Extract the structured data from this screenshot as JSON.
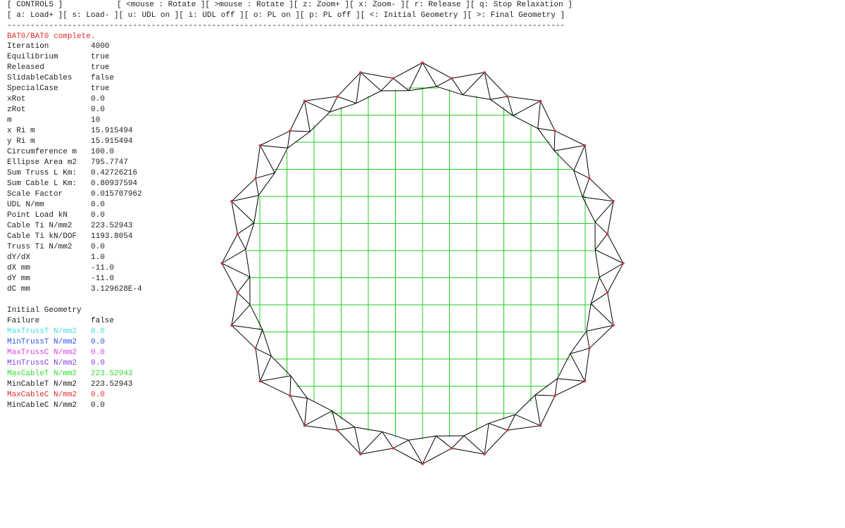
{
  "controls": {
    "title": "[ CONTROLS ]",
    "row1": [
      "[ <mouse : Rotate ]",
      "[ >mouse : Rotate ]",
      "[ z: Zoom+ ]",
      "[ x: Zoom- ]",
      "[ r: Release ]",
      "[ q: Stop Relaxation ]"
    ],
    "row2": [
      "[ a: Load+ ]",
      "[ s: Load- ]",
      "[ u: UDL on ]",
      "[ i: UDL off ]",
      "[ o: PL on ]",
      "[ p: PL off ]",
      "[ <: Initial Geometry ]",
      "[ >: Final Geometry ]"
    ],
    "separator": "------------------------------------------------------------------------------------------------------------------------"
  },
  "status": "BAT0/BAT0 complete.",
  "params": [
    {
      "k": "Iteration",
      "v": "4000"
    },
    {
      "k": "Equilibrium",
      "v": "true"
    },
    {
      "k": "Released",
      "v": "true"
    },
    {
      "k": "SlidableCables",
      "v": "false"
    },
    {
      "k": "SpecialCase",
      "v": "true"
    },
    {
      "k": "xRot",
      "v": "0.0"
    },
    {
      "k": "zRot",
      "v": "0.0"
    },
    {
      "k": "m",
      "v": "10"
    },
    {
      "k": "x Ri m",
      "v": "15.915494"
    },
    {
      "k": "y Ri m",
      "v": "15.915494"
    },
    {
      "k": "Circumference m",
      "v": "100.0"
    },
    {
      "k": "Ellipse Area m2",
      "v": "795.7747"
    },
    {
      "k": "Sum Truss L Km:",
      "v": "0.42726216"
    },
    {
      "k": "Sum Cable L Km:",
      "v": "0.80937594"
    },
    {
      "k": "Scale Factor",
      "v": "0.015707962"
    },
    {
      "k": "UDL N/mm",
      "v": "0.0"
    },
    {
      "k": "Point Load kN",
      "v": "0.0"
    },
    {
      "k": "Cable Ti N/mm2",
      "v": "223.52943"
    },
    {
      "k": "Cable Ti kN/DOF",
      "v": "1193.8054"
    },
    {
      "k": "Truss Ti N/mm2",
      "v": "0.0"
    },
    {
      "k": "dY/dX",
      "v": "1.0"
    },
    {
      "k": "dX mm",
      "v": "-11.0"
    },
    {
      "k": "dY mm",
      "v": "-11.0"
    },
    {
      "k": "dC mm",
      "v": "3.129628E-4"
    }
  ],
  "geometry_label": "Initial Geometry",
  "results": [
    {
      "k": "Failure",
      "v": "false",
      "color": "#222222"
    },
    {
      "k": "MaxTrussT N/mm2",
      "v": "0.0",
      "color": "#40e0e0"
    },
    {
      "k": "MinTrussT N/mm2",
      "v": "0.0",
      "color": "#3050e0"
    },
    {
      "k": "MaxTrussC N/mm2",
      "v": "0.0",
      "color": "#e040e0"
    },
    {
      "k": "MinTrussC N/mm2",
      "v": "0.0",
      "color": "#8040e0"
    },
    {
      "k": "MaxCableT N/mm2",
      "v": "223.52943",
      "color": "#30e030"
    },
    {
      "k": "MinCableT N/mm2",
      "v": "223.52943",
      "color": "#222222"
    },
    {
      "k": "MaxCableC N/mm2",
      "v": "0.0",
      "color": "#e03030"
    },
    {
      "k": "MinCableC N/mm2",
      "v": "0.0",
      "color": "#222222"
    }
  ],
  "colors": {
    "truss": "#000000",
    "cable": "#22cc22",
    "node": "#e03030",
    "status": "#e03030"
  }
}
